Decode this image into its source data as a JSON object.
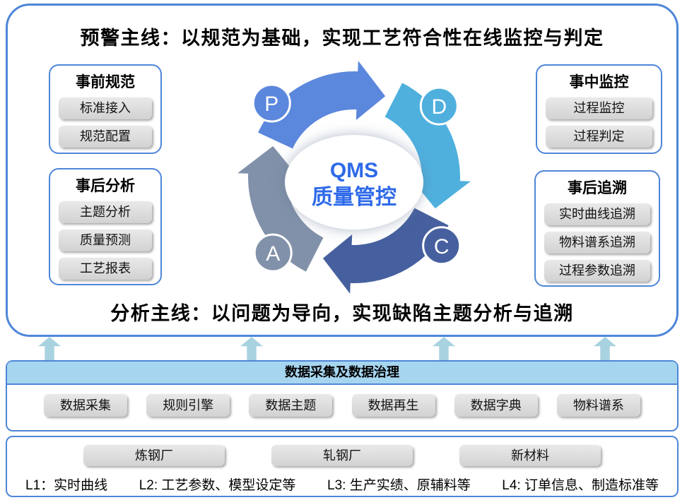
{
  "main_panel": {
    "top_title": "预警主线：以规范为基础，实现工艺符合性在线监控与判定",
    "bottom_title": "分析主线：以问题为导向，实现缺陷主题分析与追溯",
    "side_boxes": [
      {
        "title": "事前规范",
        "items": [
          "标准接入",
          "规范配置"
        ]
      },
      {
        "title": "事中监控",
        "items": [
          "过程监控",
          "过程判定"
        ]
      },
      {
        "title": "事后分析",
        "items": [
          "主题分析",
          "质量预测",
          "工艺报表"
        ]
      },
      {
        "title": "事后追溯",
        "items": [
          "实时曲线追溯",
          "物料谱系追溯",
          "过程参数追溯"
        ]
      }
    ],
    "pdca": {
      "center_line1": "QMS",
      "center_line2": "质量管控",
      "center_text_color": "#2e6ae8",
      "steps": [
        {
          "letter": "P",
          "color": "#5b87dd"
        },
        {
          "letter": "D",
          "color": "#4fb0de"
        },
        {
          "letter": "C",
          "color": "#46609f"
        },
        {
          "letter": "A",
          "color": "#8191a9"
        }
      ]
    }
  },
  "data_section": {
    "header": "数据采集及数据治理",
    "chips": [
      "数据采集",
      "规则引擎",
      "数据主题",
      "数据再生",
      "数据字典",
      "物料谱系"
    ]
  },
  "source_section": {
    "plants": [
      "炼钢厂",
      "轧钢厂",
      "新材料"
    ],
    "levels": [
      "L1：实时曲线",
      "L2: 工艺参数、模型设定等",
      "L3: 生产实绩、原辅料等",
      "L4: 订单信息、制造标准等"
    ]
  },
  "colors": {
    "panel_border": "#4e86d8",
    "data_header_bg": "#a6d5ef",
    "flow_arrow": "#a9d2e0",
    "chip_bg": "#d9d9d9"
  }
}
